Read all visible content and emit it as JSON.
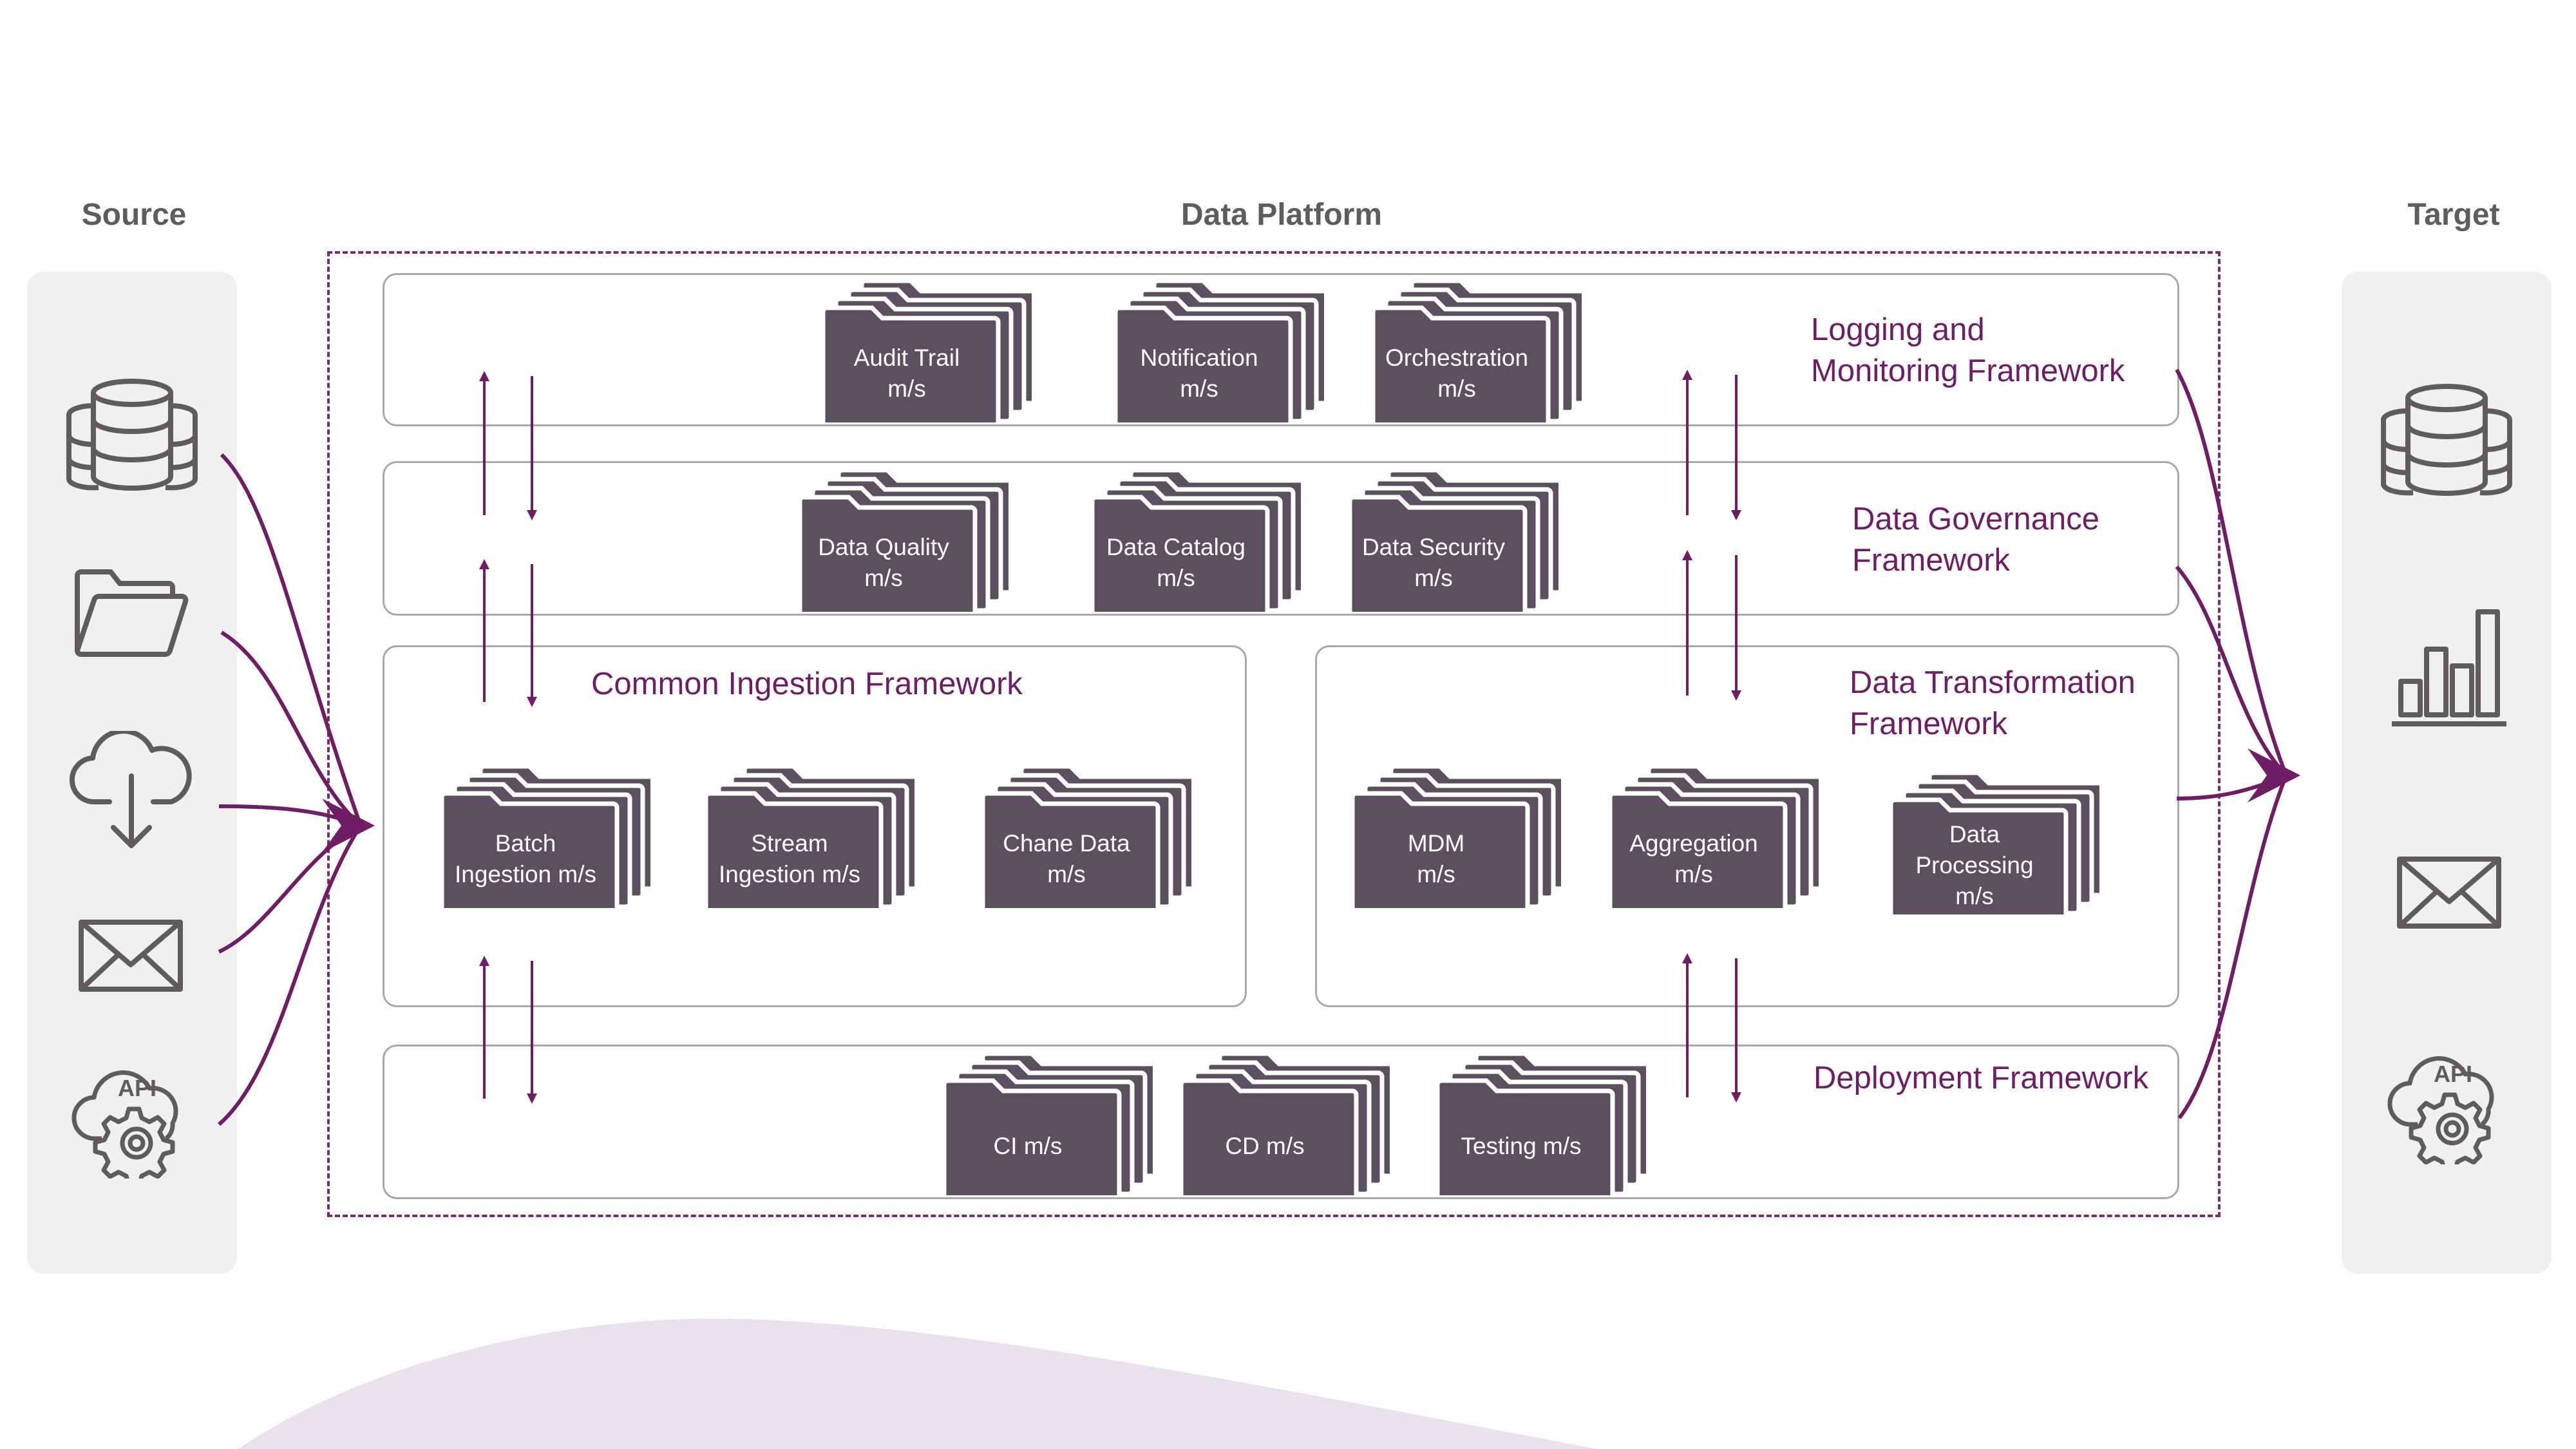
{
  "titles": {
    "source": "Source",
    "platform": "Data Platform",
    "target": "Target"
  },
  "source_icons": [
    "database-icon",
    "folder-icon",
    "cloud-download-icon",
    "mail-icon",
    "api-gear-icon"
  ],
  "target_icons": [
    "database-icon",
    "bar-chart-icon",
    "mail-icon",
    "api-gear-icon"
  ],
  "layers": {
    "logging": {
      "title": "Logging and\nMonitoring Framework",
      "services": [
        "Audit Trail\nm/s",
        "Notification\nm/s",
        "Orchestration\nm/s"
      ]
    },
    "governance": {
      "title": "Data Governance\nFramework",
      "services": [
        "Data Quality\nm/s",
        "Data Catalog\nm/s",
        "Data Security\nm/s"
      ]
    },
    "ingestion": {
      "title": "Common Ingestion Framework",
      "services": [
        "Batch\nIngestion m/s",
        "Stream\nIngestion m/s",
        "Chane Data\nm/s"
      ]
    },
    "transformation": {
      "title": "Data Transformation\nFramework",
      "services": [
        "MDM\nm/s",
        "Aggregation\nm/s",
        "Data\nProcessing\nm/s"
      ]
    },
    "deployment": {
      "title": "Deployment Framework",
      "services": [
        "CI m/s",
        "CD m/s",
        "Testing m/s"
      ]
    }
  },
  "colors": {
    "accent": "#6f1d64",
    "folder": "#5c4f5f",
    "panel": "#f0f0f0",
    "text": "#5f5b5f"
  }
}
